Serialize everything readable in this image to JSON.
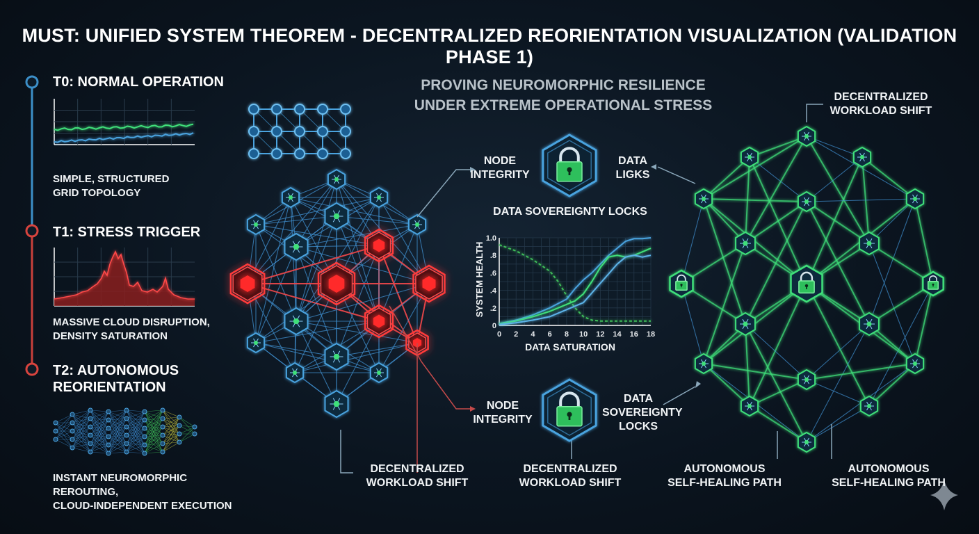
{
  "title": "MUST: UNIFIED SYSTEM THEOREM - DECENTRALIZED REORIENTATION VISUALIZATION (VALIDATION PHASE 1)",
  "subtitle_line1": "PROVING NEUROMORPHIC RESILIENCE",
  "subtitle_line2": "UNDER EXTREME OPERATIONAL STRESS",
  "timeline": {
    "stages": [
      {
        "label_line1": "T0: NORMAL OPERATION",
        "label_line2": "",
        "desc_line1": "SIMPLE, STRUCTURED",
        "desc_line2": "GRID TOPOLOGY",
        "desc_line3": "",
        "color": "#3c8fc8"
      },
      {
        "label_line1": "T1: STRESS TRIGGER",
        "label_line2": "",
        "desc_line1": "MASSIVE CLOUD DISRUPTION,",
        "desc_line2": "DENSITY SATURATION",
        "desc_line3": "",
        "color": "#d8443e"
      },
      {
        "label_line1": "T2: AUTONOMOUS",
        "label_line2": "REORIENTATION",
        "desc_line1": "INSTANT NEUROMORPHIC",
        "desc_line2": "REROUTING,",
        "desc_line3": "CLOUD-INDEPENDENT EXECUTION",
        "color": "#d8443e"
      }
    ]
  },
  "center": {
    "upper_left_label_line1": "NODE",
    "upper_left_label_line2": "INTEGRITY",
    "upper_right_label_line1": "DATA",
    "upper_right_label_line2": "LIGKS",
    "upper_caption": "DATA SOVEREIGNTY LOCKS",
    "lower_left_label_line1": "NODE",
    "lower_left_label_line2": "INTEGRITY",
    "lower_right_label_line1": "DATA",
    "lower_right_label_line2": "SOVEREIGNTY",
    "lower_right_label_line3": "LOCKS"
  },
  "bottom_labels": {
    "left_line1": "DECENTRALIZED",
    "left_line2": "WORKLOAD SHIFT",
    "mid_line1": "DECENTRALIZED",
    "mid_line2": "WORKLOAD SHIFT",
    "right1_line1": "AUTONOMOUS",
    "right1_line2": "SELF-HEALING PATH",
    "right2_line1": "AUTONOMOUS",
    "right2_line2": "SELF-HEALING PATH"
  },
  "top_right_label_line1": "DECENTRALIZED",
  "top_right_label_line2": "WORKLOAD SHIFT",
  "colors": {
    "blue": "#4aa3df",
    "green": "#3fe07a",
    "red": "#e03a3a",
    "background": "#0b1520"
  },
  "icons": [
    "padlock-icon",
    "node-hexagon-icon",
    "sparkle-icon"
  ],
  "chart_data": {
    "type": "line",
    "xlabel": "DATA SATURATION",
    "ylabel": "SYSTEM HEALTH",
    "xlim": [
      0,
      18
    ],
    "ylim": [
      0,
      1.0
    ],
    "xticks": [
      "0",
      "2",
      "4",
      "6",
      "8",
      "10",
      "12",
      "14",
      "16",
      "18"
    ],
    "yticks": [
      "0",
      ".2",
      ".4",
      ".6",
      ".8",
      "1.0"
    ],
    "grid": true,
    "series": [
      {
        "color": "#3fbf5a",
        "dash": true,
        "x": [
          0,
          2,
          4,
          6,
          7,
          8,
          9,
          10,
          11,
          12,
          14,
          16,
          18
        ],
        "y": [
          0.92,
          0.85,
          0.75,
          0.62,
          0.5,
          0.34,
          0.2,
          0.1,
          0.06,
          0.05,
          0.05,
          0.05,
          0.05
        ]
      },
      {
        "color": "#4aa3df",
        "dash": false,
        "x": [
          0,
          2,
          4,
          6,
          8,
          9,
          10,
          11,
          12,
          13,
          14,
          15,
          16,
          17,
          18
        ],
        "y": [
          0.02,
          0.06,
          0.12,
          0.2,
          0.3,
          0.42,
          0.52,
          0.6,
          0.7,
          0.8,
          0.88,
          0.96,
          0.99,
          0.99,
          1.0
        ]
      },
      {
        "color": "#3fe07a",
        "dash": false,
        "x": [
          0,
          2,
          4,
          6,
          8,
          9,
          10,
          11,
          12,
          13,
          14,
          15,
          16,
          17,
          18
        ],
        "y": [
          0.02,
          0.05,
          0.1,
          0.16,
          0.24,
          0.28,
          0.36,
          0.5,
          0.66,
          0.78,
          0.8,
          0.78,
          0.8,
          0.84,
          0.88
        ]
      },
      {
        "color": "#5bb3e8",
        "dash": false,
        "x": [
          0,
          2,
          4,
          6,
          8,
          10,
          12,
          14,
          15,
          16,
          17,
          18
        ],
        "y": [
          0.01,
          0.03,
          0.06,
          0.1,
          0.18,
          0.26,
          0.48,
          0.7,
          0.78,
          0.8,
          0.78,
          0.8
        ]
      }
    ]
  }
}
